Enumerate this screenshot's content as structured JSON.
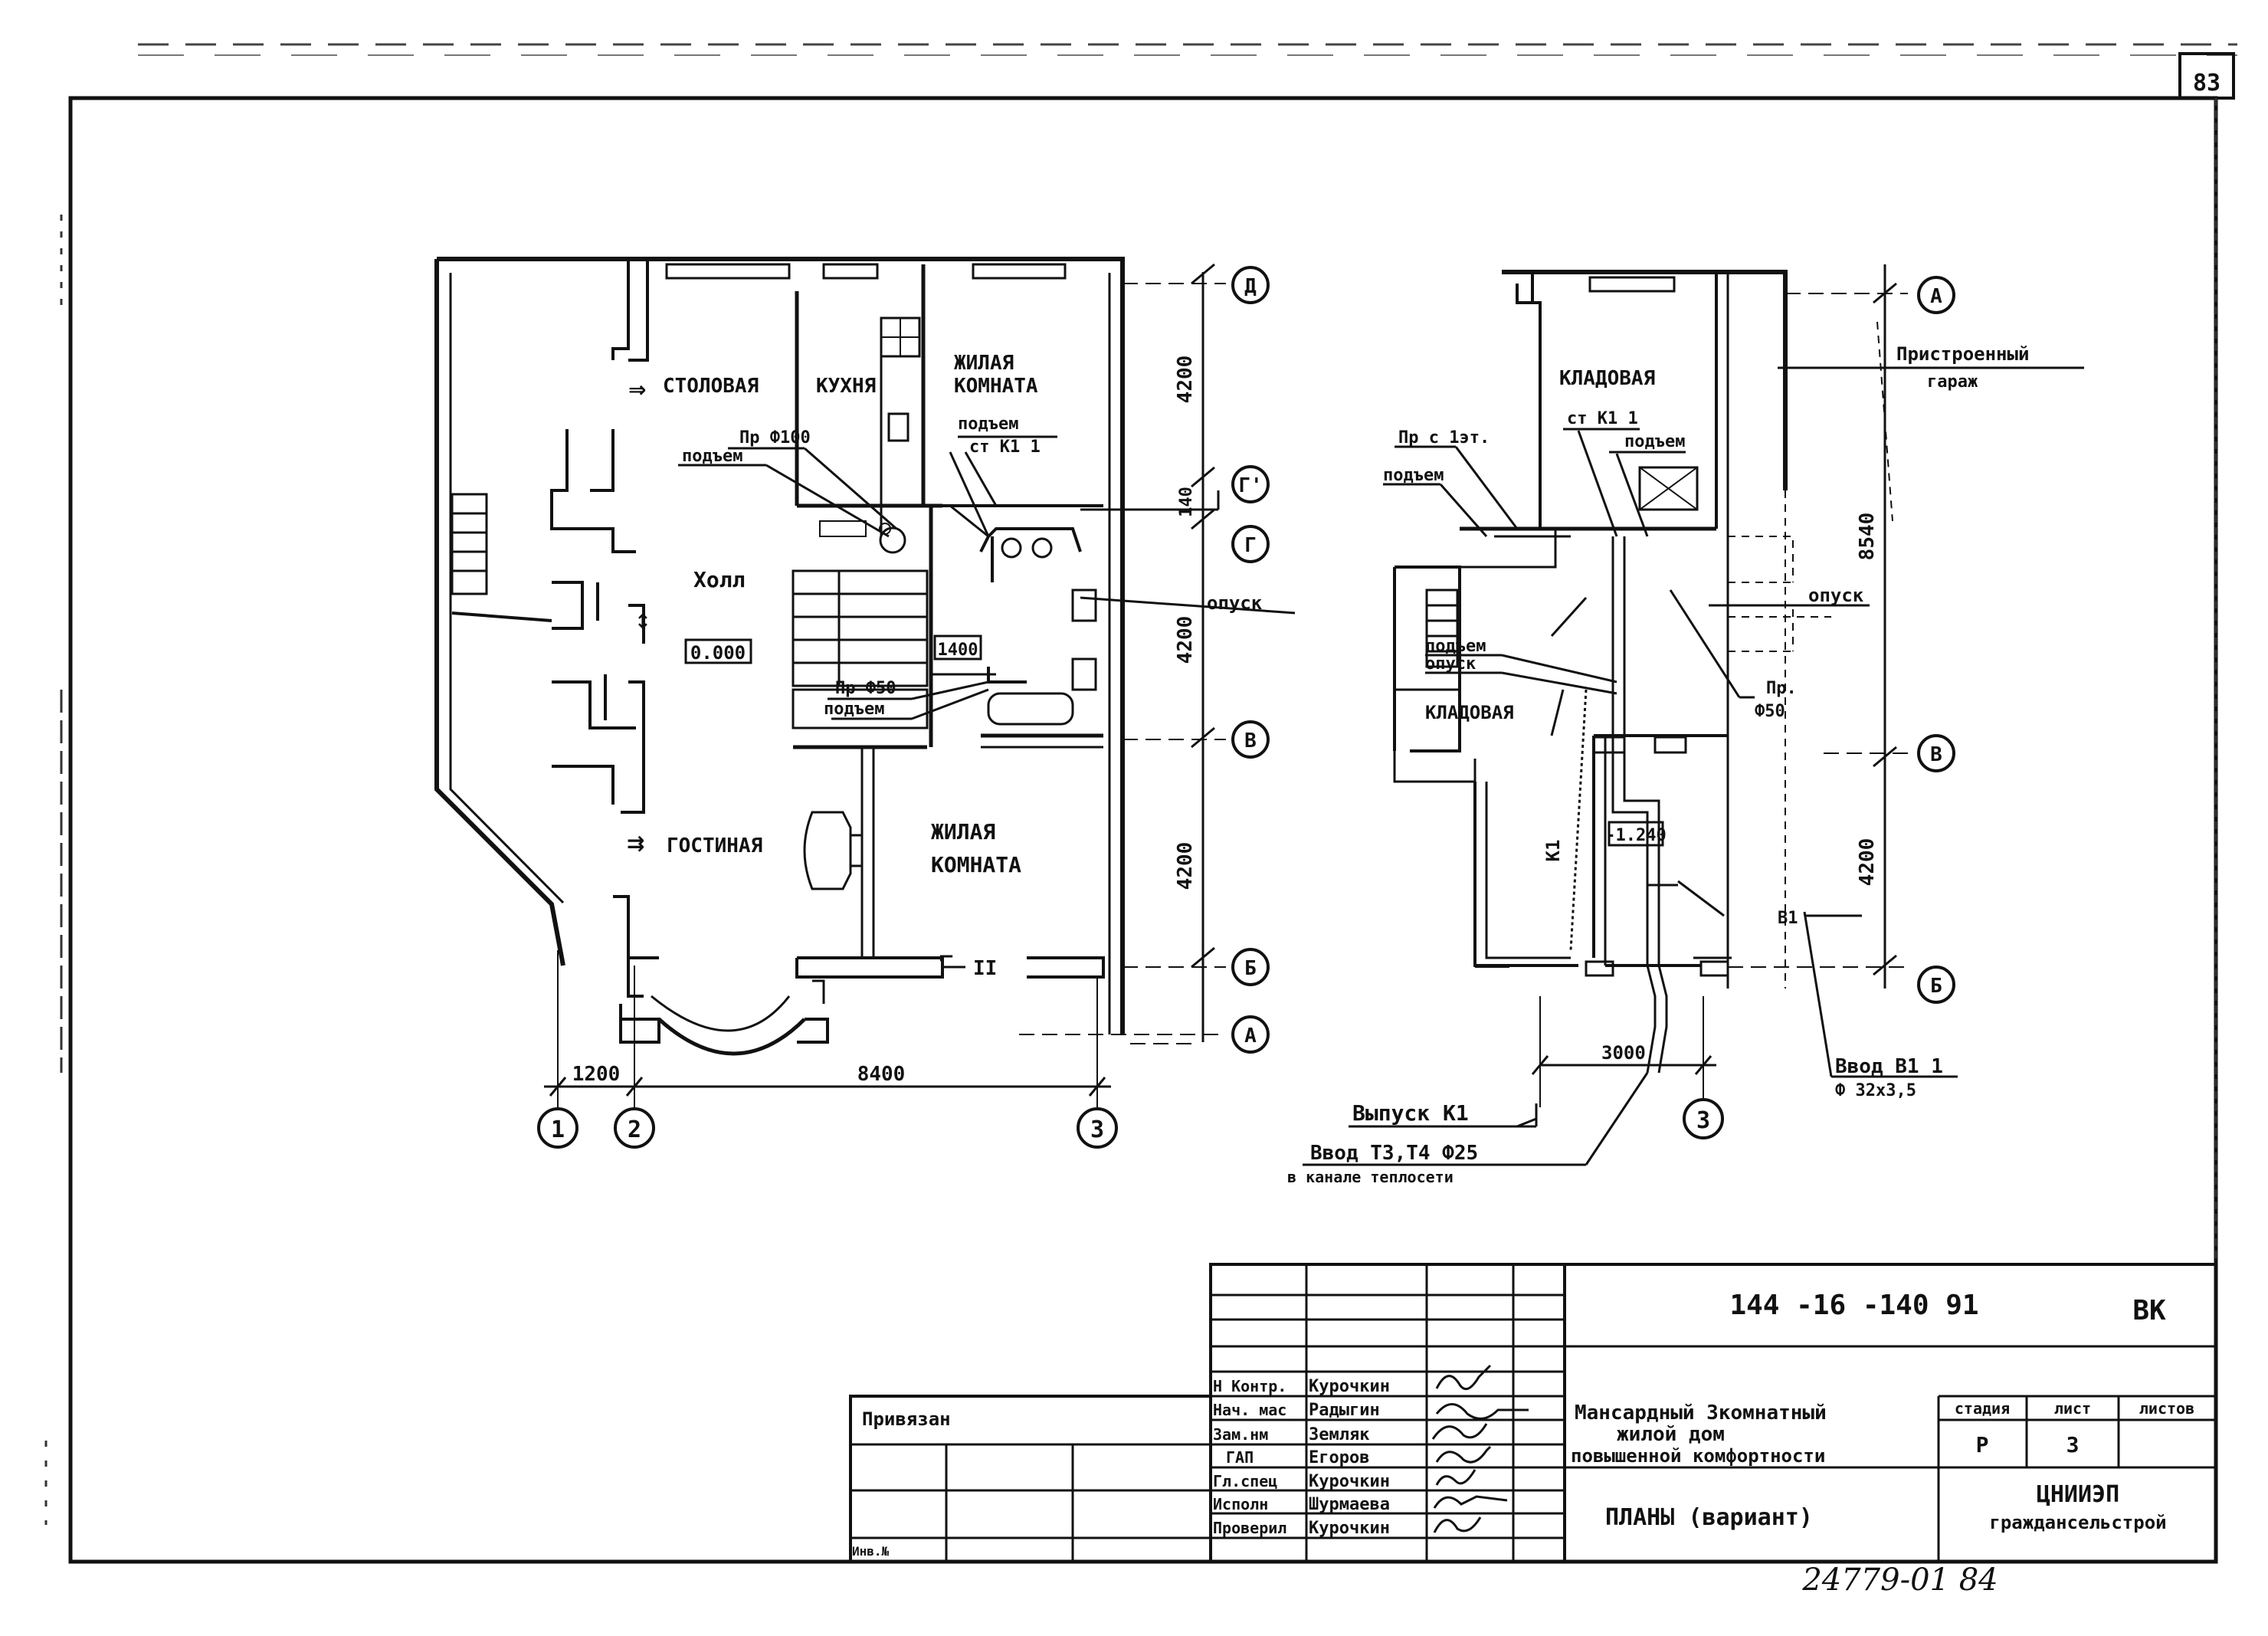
{
  "sheet_number": "83",
  "left_plan": {
    "rooms": {
      "dining": "СТОЛОВАЯ",
      "kitchen": "КУХНЯ",
      "living_top_1": "ЖИЛАЯ",
      "living_top_2": "КОМНАТА",
      "hall": "Холл",
      "level": "0.000",
      "lounge": "ГОСТИНАЯ",
      "living_bottom_1": "ЖИЛАЯ",
      "living_bottom_2": "КОМНАТА",
      "stair_mark": "1400",
      "section_mark": "II"
    },
    "notes": {
      "pipe100": "Пр Ф100",
      "riser100": "подъем",
      "riser_top": "подъем",
      "stk1": "ст К1 1",
      "drop": "опуск",
      "pipe50": "Пр Ф50",
      "riser50": "подъем"
    },
    "dims": {
      "d4200a": "4200",
      "d140": "140",
      "d4200b": "4200",
      "d4200c": "4200",
      "d1200": "1200",
      "d8400": "8400"
    },
    "axes": {
      "d": "Д",
      "g1": "Г'",
      "g": "Г",
      "v": "В",
      "b": "Б",
      "a": "А",
      "n1": "1",
      "n2": "2",
      "n3": "3"
    }
  },
  "right_plan": {
    "rooms": {
      "storage_top": "КЛАДОВАЯ",
      "storage_low": "КЛАДОВАЯ",
      "level": "-1.240"
    },
    "notes": {
      "from_floor": "Пр с 1эт.",
      "riser_left": "подъем",
      "stk1": "ст К1 1",
      "riser_k1": "подъем",
      "garage_1": "Пристроенный",
      "garage_2": "гараж",
      "drop": "опуск",
      "riser_mid": "подъем",
      "drop_mid": "опуск",
      "pr": "Пр.",
      "phi50": "Ф50",
      "k1": "К1",
      "b1": "В1",
      "outlet": "Выпуск К1",
      "input_t": "Ввод Т3,Т4 Ф25",
      "channel": "в канале теплосети",
      "input_b": "Ввод В1 1",
      "pipe_size": "Ф 32х3,5"
    },
    "dims": {
      "d8540": "8540",
      "d4200": "4200",
      "d3000": "3000"
    },
    "axes": {
      "a_top": "А",
      "v": "В",
      "b": "Б",
      "n3": "3"
    }
  },
  "title_block": {
    "code": "144 -16 -140 91",
    "mark": "ВК",
    "privyazan": "Привязан",
    "inv": "Инв.№",
    "staff": [
      {
        "role": "Н Контр.",
        "name": "Курочкин"
      },
      {
        "role": "Нач. мас",
        "name": "Радыгин"
      },
      {
        "role": "Зам.нм",
        "name": "Земляк"
      },
      {
        "role": "ГАП",
        "name": "Егоров"
      },
      {
        "role": "Гл.спец",
        "name": "Курочкин"
      },
      {
        "role": "Исполн",
        "name": "Шурмаева"
      },
      {
        "role": "Проверил",
        "name": "Курочкин"
      }
    ],
    "project_1": "Мансардный 3комнатный",
    "project_2": "жилой дом",
    "project_3": "повышенной комфортности",
    "sheet_title": "ПЛАНЫ (вариант)",
    "stage_h": "стадия",
    "sheet_h": "лист",
    "sheets_h": "листов",
    "stage": "Р",
    "sheet": "3",
    "org_1": "ЦНИИЭП",
    "org_2": "граждансельстрой",
    "doc_number": "24779-01 84"
  }
}
